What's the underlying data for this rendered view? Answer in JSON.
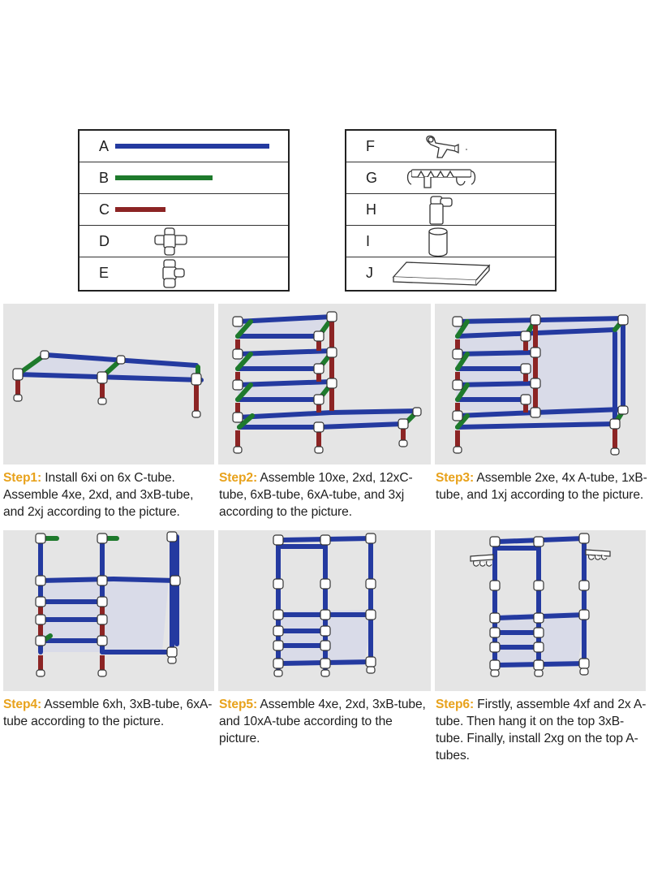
{
  "parts_left": [
    {
      "letter": "A",
      "icon": "blue-long-tube-icon"
    },
    {
      "letter": "B",
      "icon": "green-medium-tube-icon"
    },
    {
      "letter": "C",
      "icon": "red-short-tube-icon"
    },
    {
      "letter": "D",
      "icon": "four-way-connector-icon"
    },
    {
      "letter": "E",
      "icon": "three-way-connector-icon"
    }
  ],
  "parts_right": [
    {
      "letter": "F",
      "icon": "hook-bracket-icon"
    },
    {
      "letter": "G",
      "icon": "hanger-rack-icon"
    },
    {
      "letter": "H",
      "icon": "side-connector-icon"
    },
    {
      "letter": "I",
      "icon": "foot-cap-icon"
    },
    {
      "letter": "J",
      "icon": "shelf-board-icon"
    }
  ],
  "colors": {
    "tube_a": "#243aa0",
    "tube_b": "#1e7a2c",
    "tube_c": "#8c2424",
    "step_label": "#e8a21c",
    "panel_bg": "#e5e5e5"
  },
  "steps": [
    {
      "label": "Step1:",
      "text": " Install 6xi on 6x C-tube. Assemble 4xe, 2xd, and 3xB-tube, and 2xj according to the picture."
    },
    {
      "label": "Step2:",
      "text": " Assemble 10xe, 2xd, 12xC-tube, 6xB-tube, 6xA-tube, and 3xj according to the picture."
    },
    {
      "label": "Step3:",
      "text": " Assemble 2xe, 4x A-tube, 1xB-tube, and 1xj according to the picture."
    },
    {
      "label": "Step4:",
      "text": " Assemble 6xh, 3xB-tube, 6xA-tube according to the picture."
    },
    {
      "label": "Step5:",
      "text": " Assemble 4xe, 2xd, 3xB-tube, and 10xA-tube according to the picture."
    },
    {
      "label": "Step6:",
      "text": " Firstly, assemble 4xf and 2x A-tube. Then hang it on the top 3xB-tube. Finally, install 2xg on the top A-tubes."
    }
  ]
}
